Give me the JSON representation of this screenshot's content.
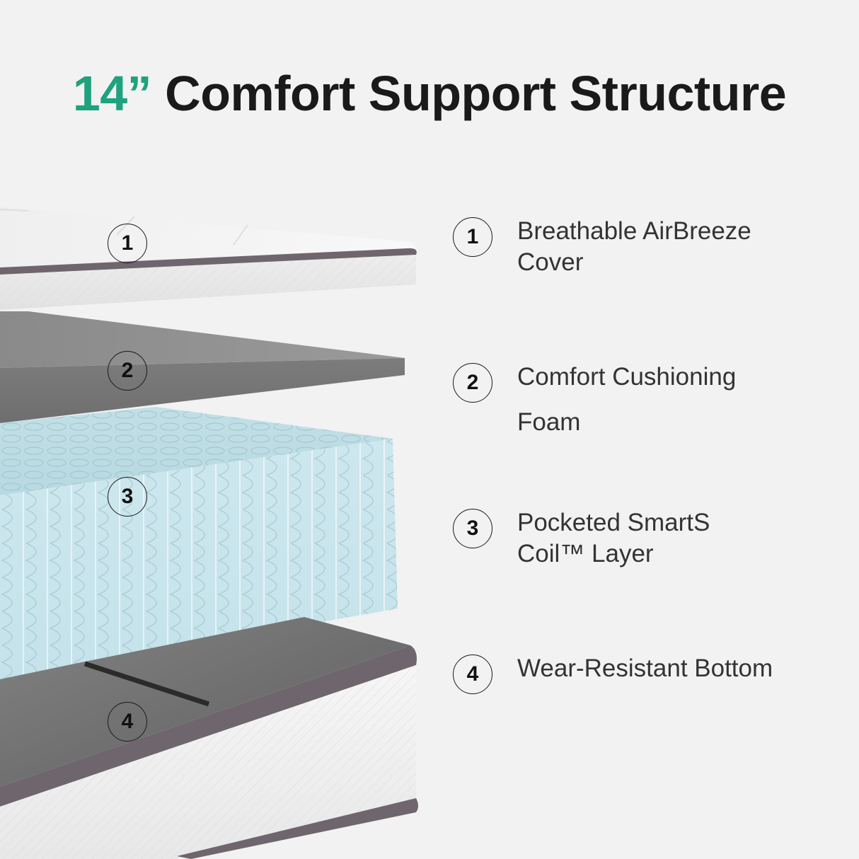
{
  "title": {
    "accent": "14”",
    "main": "Comfort Support Structure",
    "accent_color": "#1fa27e"
  },
  "layers": [
    {
      "number": "1",
      "lines": [
        "Breathable AirBreeze",
        "Cover"
      ]
    },
    {
      "number": "2",
      "lines": [
        "Comfort Cushioning",
        "Foam"
      ]
    },
    {
      "number": "3",
      "lines": [
        "Pocketed SmartS",
        "Coil™ Layer"
      ]
    },
    {
      "number": "4",
      "lines": [
        "Wear-Resistant Bottom"
      ]
    }
  ],
  "colors": {
    "background": "#f2f2f2",
    "cover_white": "#f4f4f4",
    "piping": "#6e666c",
    "foam_gray": "#8c8c8c",
    "coil_blue": "#cfe8ec",
    "base_gray": "#7a7a7a"
  }
}
